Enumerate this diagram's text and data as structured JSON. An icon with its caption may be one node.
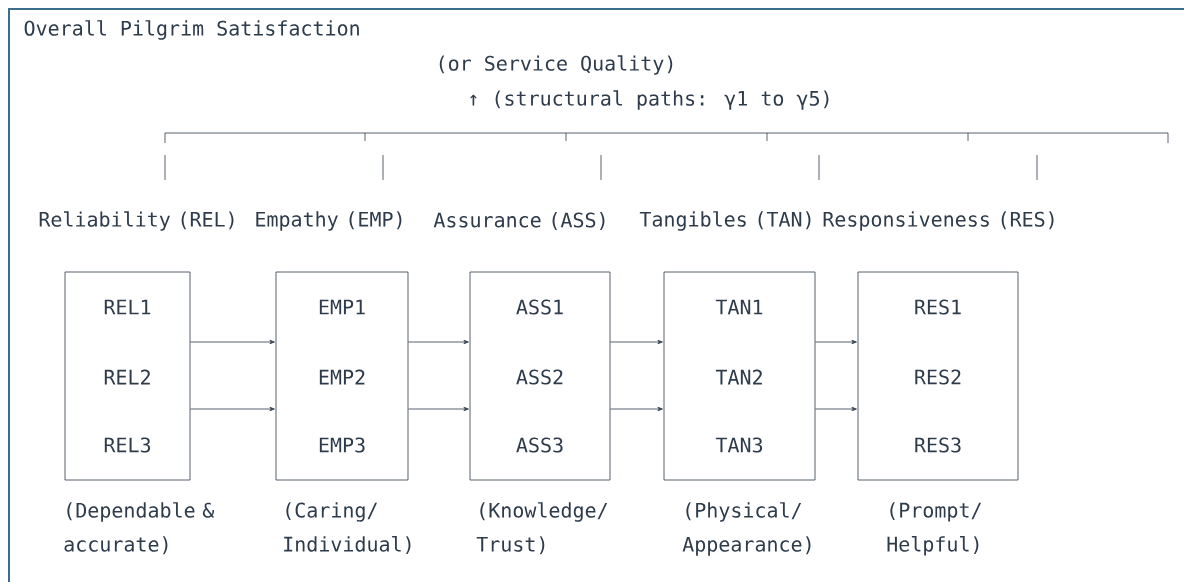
{
  "diagram": {
    "title": "Overall Pilgrim Satisfaction",
    "nodes": [
      {
        "text": [
          "Reliability (REL)"
        ],
        "beside": [
          "(Dependable & accurate)"
        ]
      },
      {
        "text": [
          "REL1"
        ],
        "in": 0
      },
      {
        "text": [
          "REL2"
        ],
        "in": 0
      },
      {
        "text": [
          "REL3"
        ],
        "in": 0
      },
      {
        "text": [
          "Empathy (EMP)"
        ],
        "beside": [
          "(Caring/ Individual)"
        ]
      },
      {
        "text": [
          "EMP1"
        ],
        "in": 4
      },
      {
        "text": [
          "EMP2"
        ],
        "in": 4
      },
      {
        "text": [
          "EMP3"
        ],
        "in": 4
      },
      {
        "text": [
          "Assurance (ASS)"
        ],
        "beside": [
          "(Knowledge/ Trust)"
        ]
      },
      {
        "text": [
          "ASS1"
        ],
        "in": 8
      },
      {
        "text": [
          "ASS2"
        ],
        "in": 8
      },
      {
        "text": [
          "ASS3"
        ],
        "in": 8
      },
      {
        "text": [
          "Tangibles (TAN)"
        ],
        "beside": [
          "(Physical/ Appearance)"
        ]
      },
      {
        "text": [
          "TAN1"
        ],
        "in": 12
      },
      {
        "text": [
          "TAN2"
        ],
        "in": 12
      },
      {
        "text": [
          "TAN3"
        ],
        "in": 12
      },
      {
        "text": [
          "Responsiveness (RES)"
        ],
        "beside": [
          "(Prompt/ Helpful)"
        ]
      },
      {
        "text": [
          "RES1"
        ],
        "in": 16
      },
      {
        "text": [
          "RES2"
        ],
        "in": 16
      },
      {
        "text": [
          "RES3"
        ],
        "in": 16
      }
    ],
    "edges": [
      {
        "from": 0,
        "to": 4,
        "arrow": "to"
      },
      {
        "from": 0,
        "to": 4,
        "arrow": "to"
      },
      {
        "from": 4,
        "to": 8,
        "arrow": "to"
      },
      {
        "from": 4,
        "to": 8,
        "arrow": "to"
      },
      {
        "from": 8,
        "to": 12,
        "arrow": "to"
      },
      {
        "from": 8,
        "to": 12,
        "arrow": "to"
      },
      {
        "from": 12,
        "to": 16,
        "arrow": "to"
      },
      {
        "from": 12,
        "to": 16,
        "arrow": "to"
      }
    ],
    "labels": [
      "(or Service Quality)",
      "↑ (structural paths: γ1 to γ5)"
    ]
  }
}
